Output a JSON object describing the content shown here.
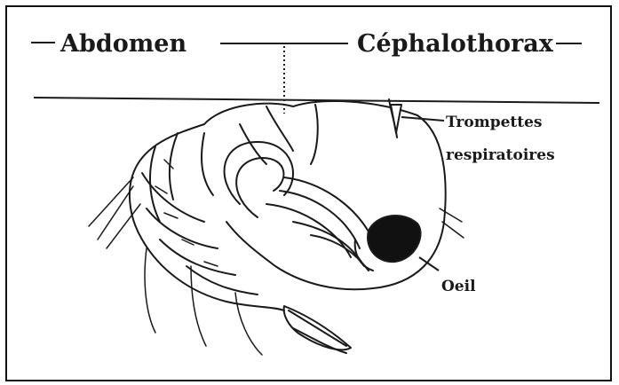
{
  "header": {
    "left_label": "Abdomen",
    "right_label": "Céphalothorax"
  },
  "callouts": {
    "trompettes_line1": "Trompettes",
    "trompettes_line2": "respiratoires",
    "oeil": "Oeil"
  },
  "colors": {
    "ink": "#1a1a1a",
    "paper": "#ffffff"
  },
  "subject": "mosquito-pupa-icon"
}
